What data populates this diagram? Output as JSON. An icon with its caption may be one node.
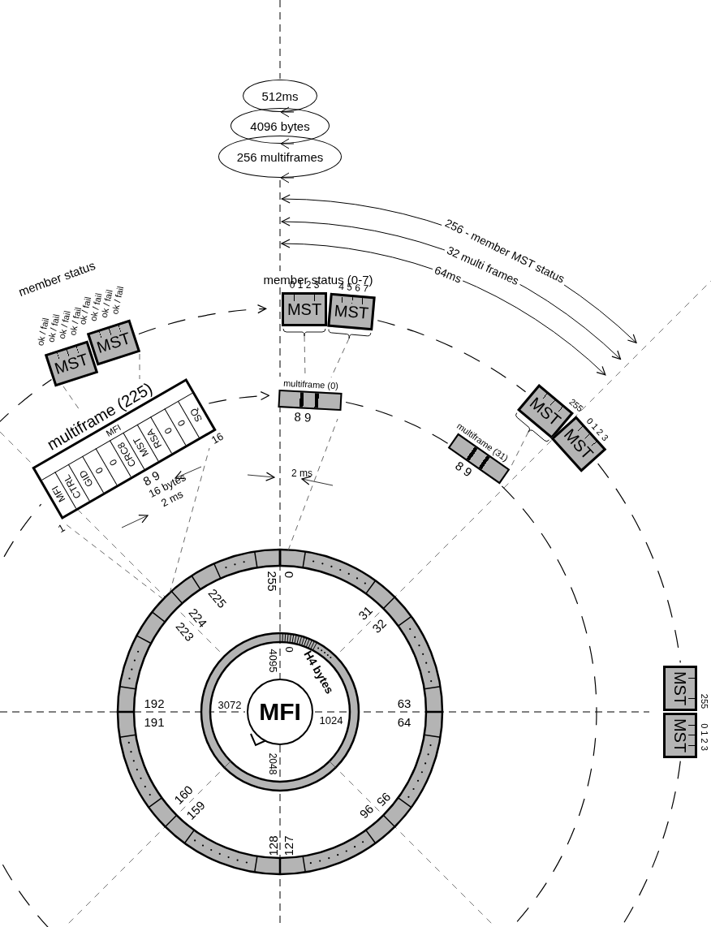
{
  "diagram": {
    "nodes": [
      {
        "text": [
          "512ms"
        ]
      },
      {
        "text": [
          "4096 bytes"
        ]
      },
      {
        "text": [
          "256 multiframes"
        ]
      },
      {
        "text": [
          "MST"
        ],
        "beside": [
          "0 1 2 3"
        ]
      },
      {
        "text": [
          "MST"
        ],
        "beside": [
          "4 5 6 7"
        ]
      },
      {
        "text": [
          "multiframe (0)",
          "8 9"
        ]
      },
      {
        "text": [
          "MST"
        ],
        "beside": [
          "ok / fail",
          "ok / fail",
          "ok / fail",
          "ok / fail"
        ]
      },
      {
        "text": [
          "MST"
        ],
        "beside": [
          "ok / fail",
          "ok / fail",
          "ok / fail",
          "ok / fail"
        ]
      },
      {
        "text": [
          "multiframe (225)",
          "MFI",
          "MFI",
          "CTRL",
          "GID",
          "0",
          "0",
          "CRC8",
          "MST",
          "RSA",
          "0",
          "0",
          "SQ",
          "1",
          "8 9",
          "16"
        ]
      },
      {
        "text": [
          "multiframe (31)",
          "8 9"
        ]
      },
      {
        "text": [
          "MST"
        ],
        "beside": [
          "255"
        ]
      },
      {
        "text": [
          "MST",
          "0 1 2 3"
        ]
      },
      {
        "text": [
          "MST"
        ],
        "beside": [
          "255"
        ]
      },
      {
        "text": [
          "MST"
        ],
        "beside": [
          "0 1 2 3"
        ]
      },
      {
        "text": [
          "MFI"
        ]
      }
    ],
    "edges": [
      {
        "from": 3,
        "to": 5,
        "arrow": "none",
        "style": "dashed"
      },
      {
        "from": 4,
        "to": 5,
        "arrow": "none",
        "style": "dashed"
      },
      {
        "from": 10,
        "to": 9,
        "arrow": "none",
        "style": "dashed"
      },
      {
        "from": 7,
        "to": 8,
        "arrow": "none",
        "style": "dashed"
      },
      {
        "from": 6,
        "to": 8,
        "arrow": "none",
        "style": "dashed"
      },
      {
        "from": 7,
        "to": 3,
        "arrow": "to",
        "style": "dashed"
      },
      {
        "from": 4,
        "to": 10,
        "arrow": "none",
        "style": "dashed"
      },
      {
        "from": 11,
        "to": 12,
        "arrow": "none",
        "style": "dashed"
      },
      {
        "from": 13,
        "to": null,
        "arrow": "none",
        "style": "dashed"
      },
      {
        "from": null,
        "to": 6,
        "arrow": "none",
        "style": "dashed"
      },
      {
        "from": 8,
        "to": 5,
        "arrow": "to",
        "style": "dashed"
      },
      {
        "from": 5,
        "to": 9,
        "arrow": "none",
        "style": "dashed"
      },
      {
        "from": 9,
        "to": null,
        "arrow": "none",
        "style": "dashed"
      },
      {
        "from": null,
        "to": 8,
        "arrow": "none",
        "style": "dashed"
      },
      {
        "from": null,
        "to": 8,
        "arrow": "none",
        "style": "dashed"
      },
      {
        "from": null,
        "to": 8,
        "arrow": "none",
        "style": "dashed"
      },
      {
        "from": null,
        "to": 5,
        "arrow": "none",
        "style": "dashed"
      }
    ],
    "labels": [
      "member status",
      "member status (0-7)",
      "256 - member MST status",
      "32 multi frames",
      "64ms",
      "16 bytes",
      "2 ms",
      "2 ms",
      "0",
      "255",
      "225",
      "224",
      "223",
      "31",
      "32",
      "192",
      "191",
      "63",
      "64",
      "160",
      "159",
      "95",
      "96",
      "128",
      "127",
      "0",
      "4095",
      "H4 bytes",
      "1024",
      "2048",
      "3072"
    ]
  }
}
